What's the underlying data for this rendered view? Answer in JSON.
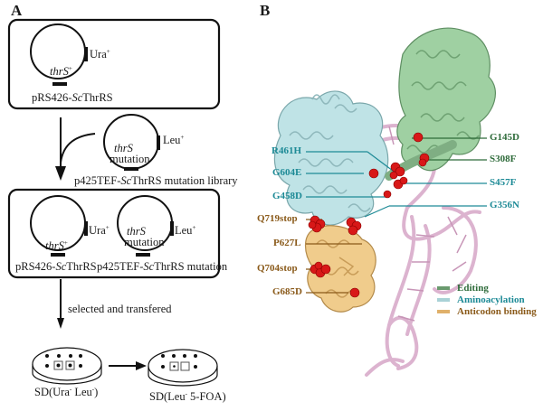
{
  "panels": {
    "a_label": "A",
    "b_label": "B"
  },
  "panel_a": {
    "box1": {
      "plasmid_name_prefix": "pRS426-",
      "plasmid_name_italic": "Sc",
      "plasmid_name_suffix": "ThrRS",
      "marker": "Ura",
      "marker_sup": "+",
      "gene": "thrS",
      "gene_sup": "+"
    },
    "library": {
      "marker": "Leu",
      "marker_sup": "+",
      "gene": "thrS",
      "gene_line2": "mutation",
      "name_prefix": "p425TEF-",
      "name_italic": "Sc",
      "name_suffix": "ThrRS mutation library"
    },
    "box2": {
      "left": {
        "marker": "Ura",
        "marker_sup": "+",
        "gene": "thrS",
        "gene_sup": "+",
        "name_prefix": "pRS426-",
        "name_italic": "Sc",
        "name_suffix": "ThrRS"
      },
      "right": {
        "marker": "Leu",
        "marker_sup": "+",
        "gene": "thrS",
        "gene_line2": "mutation",
        "name_prefix": "p425TEF-",
        "name_italic": "Sc",
        "name_suffix": "ThrRS mutation"
      }
    },
    "step_label": "selected and transfered",
    "plate1": {
      "label_prefix": "SD(Ura",
      "sup1": "-",
      "mid": " Leu",
      "sup2": "-",
      "label_suffix": ")"
    },
    "plate2": {
      "label_prefix": "SD(Leu",
      "sup1": "-",
      "label_suffix": " 5-FOA)"
    }
  },
  "panel_b": {
    "mutations_left": [
      {
        "label": "R461H",
        "domain": "aminoacylation"
      },
      {
        "label": "G604E",
        "domain": "aminoacylation"
      },
      {
        "label": "G458D",
        "domain": "aminoacylation"
      },
      {
        "label": "Q719stop",
        "domain": "anticodon"
      },
      {
        "label": "P627L",
        "domain": "anticodon"
      },
      {
        "label": "Q704stop",
        "domain": "anticodon"
      },
      {
        "label": "G685D",
        "domain": "anticodon"
      }
    ],
    "mutations_right": [
      {
        "label": "G145D",
        "domain": "editing"
      },
      {
        "label": "S308F",
        "domain": "editing"
      },
      {
        "label": "S457F",
        "domain": "aminoacylation"
      },
      {
        "label": "G356N",
        "domain": "aminoacylation"
      }
    ],
    "legend": [
      {
        "label": "Editing",
        "color": "#6a9a6e",
        "text_color": "#2e6b3a"
      },
      {
        "label": "Aminoacylation",
        "color": "#a9d2d6",
        "text_color": "#1d8a96"
      },
      {
        "label": "Anticodon binding",
        "color": "#e0b06a",
        "text_color": "#8a5a1a"
      }
    ],
    "colors": {
      "editing": "#2e6b3a",
      "aminoacylation": "#1d8a96",
      "anticodon": "#8a5a1a",
      "editing_fill": "#9fd0a2",
      "aminoacylation_fill": "#bfe3e6",
      "anticodon_fill": "#f0cc8c",
      "trna": "#dcb3cf",
      "mutation_sphere": "#d81818"
    }
  }
}
